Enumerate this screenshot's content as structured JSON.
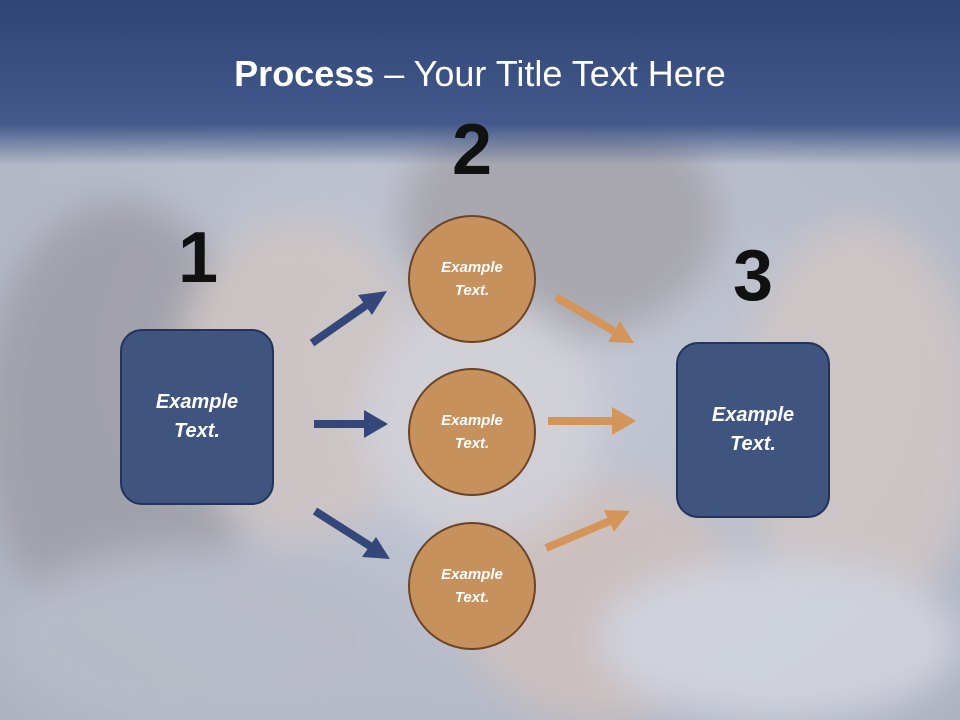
{
  "title": {
    "bold": "Process",
    "rest": " – Your Title Text Here"
  },
  "steps": [
    {
      "number": "1",
      "label": "Example Text."
    },
    {
      "number": "2",
      "items": [
        "Example Text.",
        "Example Text.",
        "Example Text."
      ]
    },
    {
      "number": "3",
      "label": "Example Text."
    }
  ],
  "colors": {
    "header": "#3d5586",
    "box": "#3f5580",
    "circle": "#c7915e",
    "arrow_blue": "#34467a",
    "arrow_orange": "#d4955a"
  }
}
